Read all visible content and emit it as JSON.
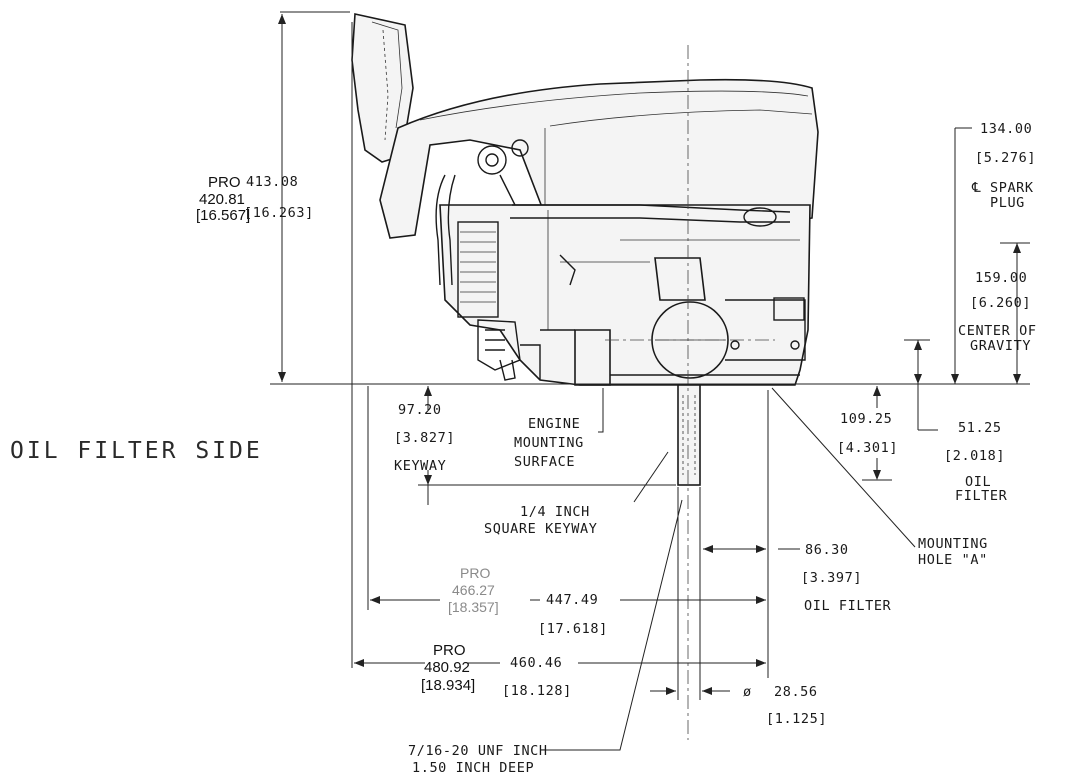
{
  "view_title": "OIL FILTER SIDE",
  "dimensions": {
    "height_pro": {
      "label": "PRO",
      "mm": "420.81",
      "in": "[16.567]"
    },
    "height_std": {
      "mm": "413.08",
      "in": "[16.263]"
    },
    "spark_plug": {
      "mm": "134.00",
      "in": "[5.276]",
      "label_1": "℄ SPARK",
      "label_2": "PLUG"
    },
    "center_gravity": {
      "mm": "159.00",
      "in": "[6.260]",
      "label_1": "CENTER OF",
      "label_2": "GRAVITY"
    },
    "keyway_len": {
      "mm": "97.20",
      "in": "[3.827]",
      "label": "KEYWAY"
    },
    "mounting_surface": {
      "label_1": "ENGINE",
      "label_2": "MOUNTING",
      "label_3": "SURFACE"
    },
    "oil_filter_drop": {
      "mm": "109.25",
      "in": "[4.301]"
    },
    "oil_filter_offset": {
      "mm": "51.25",
      "in": "[2.018]",
      "label_1": "OIL",
      "label_2": "FILTER"
    },
    "square_keyway": {
      "label_1": "1/4 INCH",
      "label_2": "SQUARE KEYWAY"
    },
    "mounting_hole": {
      "label_1": "MOUNTING",
      "label_2": "HOLE \"A\""
    },
    "oil_filter_horiz": {
      "mm": "86.30",
      "in": "[3.397]",
      "label": "OIL FILTER"
    },
    "width_pro_1": {
      "label": "PRO",
      "mm": "466.27",
      "in": "[18.357]"
    },
    "width_std_1": {
      "mm": "447.49",
      "in": "[17.618]"
    },
    "width_pro_2": {
      "label": "PRO",
      "mm": "480.92",
      "in": "[18.934]"
    },
    "width_std_2": {
      "mm": "460.46",
      "in": "[18.128]"
    },
    "shaft_dia": {
      "symbol": "ø",
      "mm": "28.56",
      "in": "[1.125]"
    },
    "thread": {
      "label_1": "7/16-20 UNF INCH",
      "label_2": "1.50 INCH DEEP"
    }
  }
}
